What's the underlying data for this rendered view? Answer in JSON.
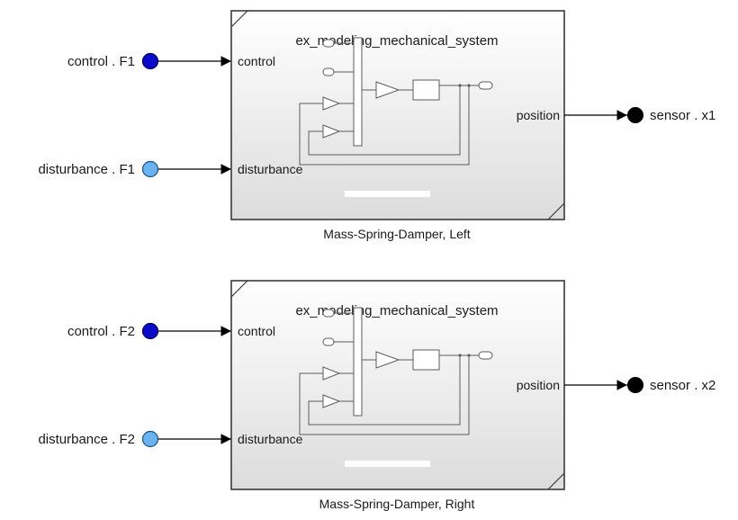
{
  "blocks": [
    {
      "title": "ex_modeling_mechanical_system",
      "caption": "Mass-Spring-Damper, Left",
      "inputs": [
        "control",
        "disturbance"
      ],
      "output": "position",
      "in_ports": [
        "control . F1",
        "disturbance . F1"
      ],
      "out_port": "sensor . x1"
    },
    {
      "title": "ex_modeling_mechanical_system",
      "caption": "Mass-Spring-Damper, Right",
      "inputs": [
        "control",
        "disturbance"
      ],
      "output": "position",
      "in_ports": [
        "control . F2",
        "disturbance . F2"
      ],
      "out_port": "sensor . x2"
    }
  ],
  "colors": {
    "control_port": "#0a0ac8",
    "disturbance_port": "#69b4f0",
    "sensor_port": "#000000",
    "block_border": "#3a3a3a"
  }
}
